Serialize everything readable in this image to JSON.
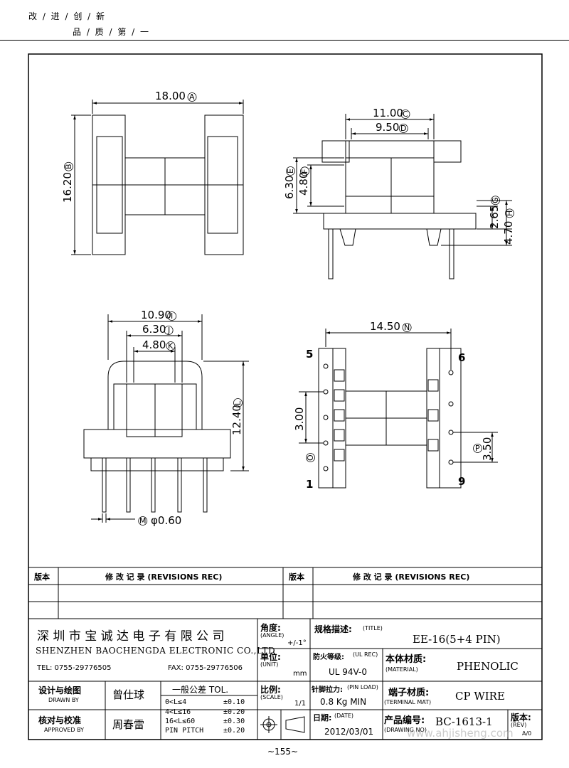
{
  "header": {
    "line1": "改 / 进 / 创 / 新",
    "line2": "品 / 质 / 第 / 一"
  },
  "drawing": {
    "top_view": {
      "width": "18.00",
      "width_tag": "A",
      "height": "16.20",
      "height_tag": "B"
    },
    "side_view": {
      "outer": "11.00",
      "outer_tag": "C",
      "inner": "9.50",
      "inner_tag": "D",
      "h1": "6.30",
      "h1_tag": "E",
      "h2": "4.80",
      "h2_tag": "F",
      "g": "2.65",
      "g_tag": "G",
      "h": "4.70",
      "h_tag": "H"
    },
    "front_view": {
      "w1": "10.90",
      "w1_tag": "I",
      "w2": "6.30",
      "w2_tag": "J",
      "w3": "4.80",
      "w3_tag": "K",
      "height": "12.40",
      "height_tag": "L",
      "pin": "φ0.60",
      "pin_tag": "M"
    },
    "bottom_view": {
      "width": "14.50",
      "width_tag": "N",
      "pitch": "3.00",
      "pitch_tag": "O",
      "row": "3.50",
      "row_tag": "P",
      "pin5": "5",
      "pin1": "1",
      "pin6": "6",
      "pin9": "9"
    }
  },
  "revisions": {
    "label": "版本",
    "rec": "修  改  记  录   (REVISIONS REC)"
  },
  "title_block": {
    "company_cn": "深 圳 市 宝 诚 达 电 子 有 限 公 司",
    "company_en": "SHENZHEN BAOCHENGDA ELECTRONIC CO.,LTD",
    "tel": "TEL: 0755-29776505",
    "fax": "FAX: 0755-29776506",
    "angle_label": "角度:",
    "angle_en": "(ANGLE)",
    "angle_val": "+/-1°",
    "unit_label": "单位:",
    "unit_en": "(UNIT)",
    "unit_val": "mm",
    "scale_label": "比例:",
    "scale_en": "(SCALE)",
    "scale_val": "1/1",
    "title_label": "规格描述:",
    "title_en": "(TITLE)",
    "title_val": "EE-16(5+4 PIN)",
    "ul_label": "防火等级:",
    "ul_en": "(UL REC)",
    "ul_val": "UL 94V-0",
    "material_label": "本体材质:",
    "material_en": "(MATERIAL)",
    "material_val": "PHENOLIC",
    "pinload_label": "针脚拉力:",
    "pinload_en": "(PIN LOAD)",
    "pinload_val": "0.8 Kg MIN",
    "terminal_label": "端子材质:",
    "terminal_en": "(TERMINAL MAT)",
    "terminal_val": "CP WIRE",
    "date_label": "日期:",
    "date_en": "(DATE)",
    "date_val": "2012/03/01",
    "dwg_label": "产品编号:",
    "dwg_en": "(DRAWING NO)",
    "dwg_val": "BC-1613-1",
    "rev_label": "版本:",
    "rev_en": "(REV)",
    "rev_val": "A/0",
    "drawn_label": "设计与绘图",
    "drawn_en": "DRAWN BY",
    "drawn_name": "曾仕球",
    "approved_label": "核对与校准",
    "approved_en": "APPROVED BY",
    "approved_name": "周春雷",
    "tol_title": "一般公差 TOL.",
    "tol": [
      {
        "range": "0<L≤4",
        "val": "±0.10"
      },
      {
        "range": "4<L≤16",
        "val": "±0.20"
      },
      {
        "range": "16<L≤60",
        "val": "±0.30"
      },
      {
        "range": "PIN PITCH",
        "val": "±0.20"
      }
    ]
  },
  "page_number": "~155~",
  "watermark": "www.ahjisheng.com"
}
